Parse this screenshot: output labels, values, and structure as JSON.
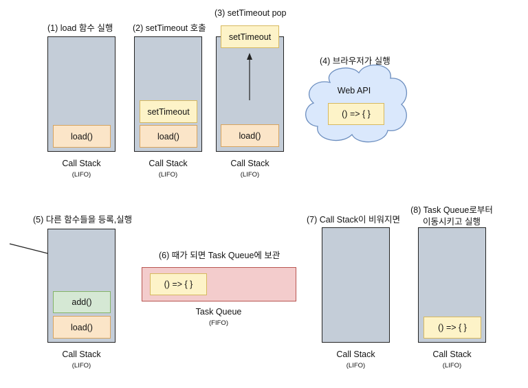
{
  "steps": {
    "s1": "(1) load 함수 실행",
    "s2": "(2) setTimeout 호출",
    "s3": "(3) setTimeout pop",
    "s4": "(4) 브라우저가 실행",
    "s5": "(5) 다른 함수들을 등록,실행",
    "s6": "(6) 때가 되면 Task Queue에 보관",
    "s7": "(7) Call Stack이 비워지면",
    "s8_line1": "(8) Task Queue로부터",
    "s8_line2": "이동시키고 실행"
  },
  "frames": {
    "load": "load()",
    "set_timeout": "setTimeout",
    "add": "add()",
    "callback": "() => { }"
  },
  "call_stack": {
    "label": "Call Stack",
    "order": "(LIFO)"
  },
  "task_queue": {
    "label": "Task Queue",
    "order": "(FIFO)"
  },
  "web_api": {
    "label": "Web API"
  },
  "colors": {
    "stack_fill": "#c4cdd8",
    "frame_orange": "#fbe5c8",
    "frame_yellow": "#fdf3c8",
    "frame_green": "#d5e8d4",
    "cloud_fill": "#dae8fc",
    "queue_fill": "#f3cccc"
  }
}
